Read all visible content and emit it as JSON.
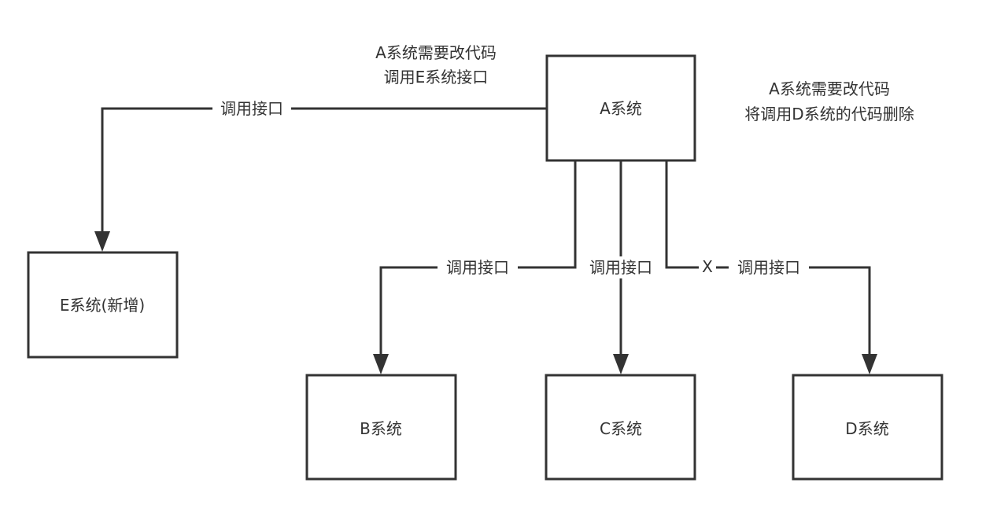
{
  "colors": {
    "stroke": "#333333",
    "background": "#ffffff",
    "text": "#333333"
  },
  "nodes": {
    "a": "A系统",
    "b": "B系统",
    "c": "C系统",
    "d": "D系统",
    "e": "E系统(新增)"
  },
  "edges": {
    "a_to_e": "调用接口",
    "a_to_b": "调用接口",
    "a_to_c": "调用接口",
    "a_to_d": "调用接口",
    "a_to_d_removed_mark": "X"
  },
  "notes": {
    "call_e": [
      "A系统需要改代码",
      "调用E系统接口"
    ],
    "remove_d": [
      "A系统需要改代码",
      "将调用D系统的代码删除"
    ]
  }
}
